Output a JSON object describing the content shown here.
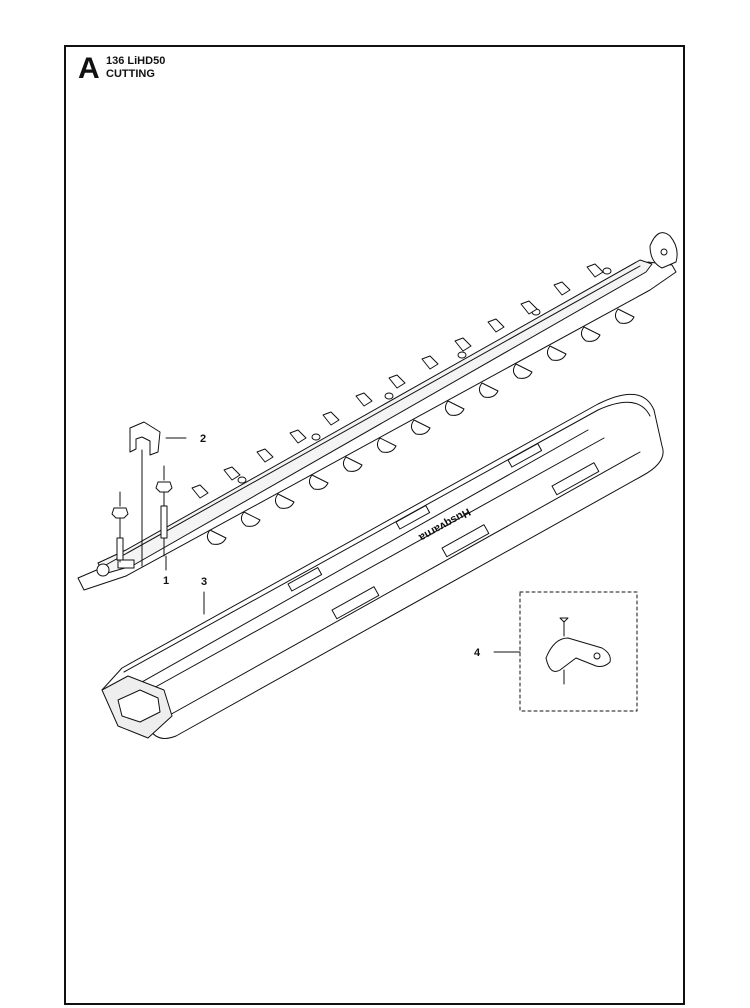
{
  "header": {
    "section_letter": "A",
    "model": "136 LiHD50",
    "title": "CUTTING"
  },
  "callouts": [
    {
      "id": "1",
      "label": "1"
    },
    {
      "id": "2",
      "label": "2"
    },
    {
      "id": "3",
      "label": "3"
    },
    {
      "id": "4",
      "label": "4"
    }
  ],
  "parts": {
    "blade": {
      "icon": "hedge-trimmer-blade-icon"
    },
    "cover": {
      "icon": "blade-cover-icon",
      "brand_mark": "Husqvarna"
    },
    "clip": {
      "icon": "bracket-clip-icon"
    },
    "screws": {
      "icon": "bolt-icon"
    },
    "tip_guard": {
      "icon": "tip-guard-icon"
    }
  },
  "colors": {
    "line": "#111111",
    "fill": "#ffffff",
    "shade": "#dcdcdc"
  }
}
